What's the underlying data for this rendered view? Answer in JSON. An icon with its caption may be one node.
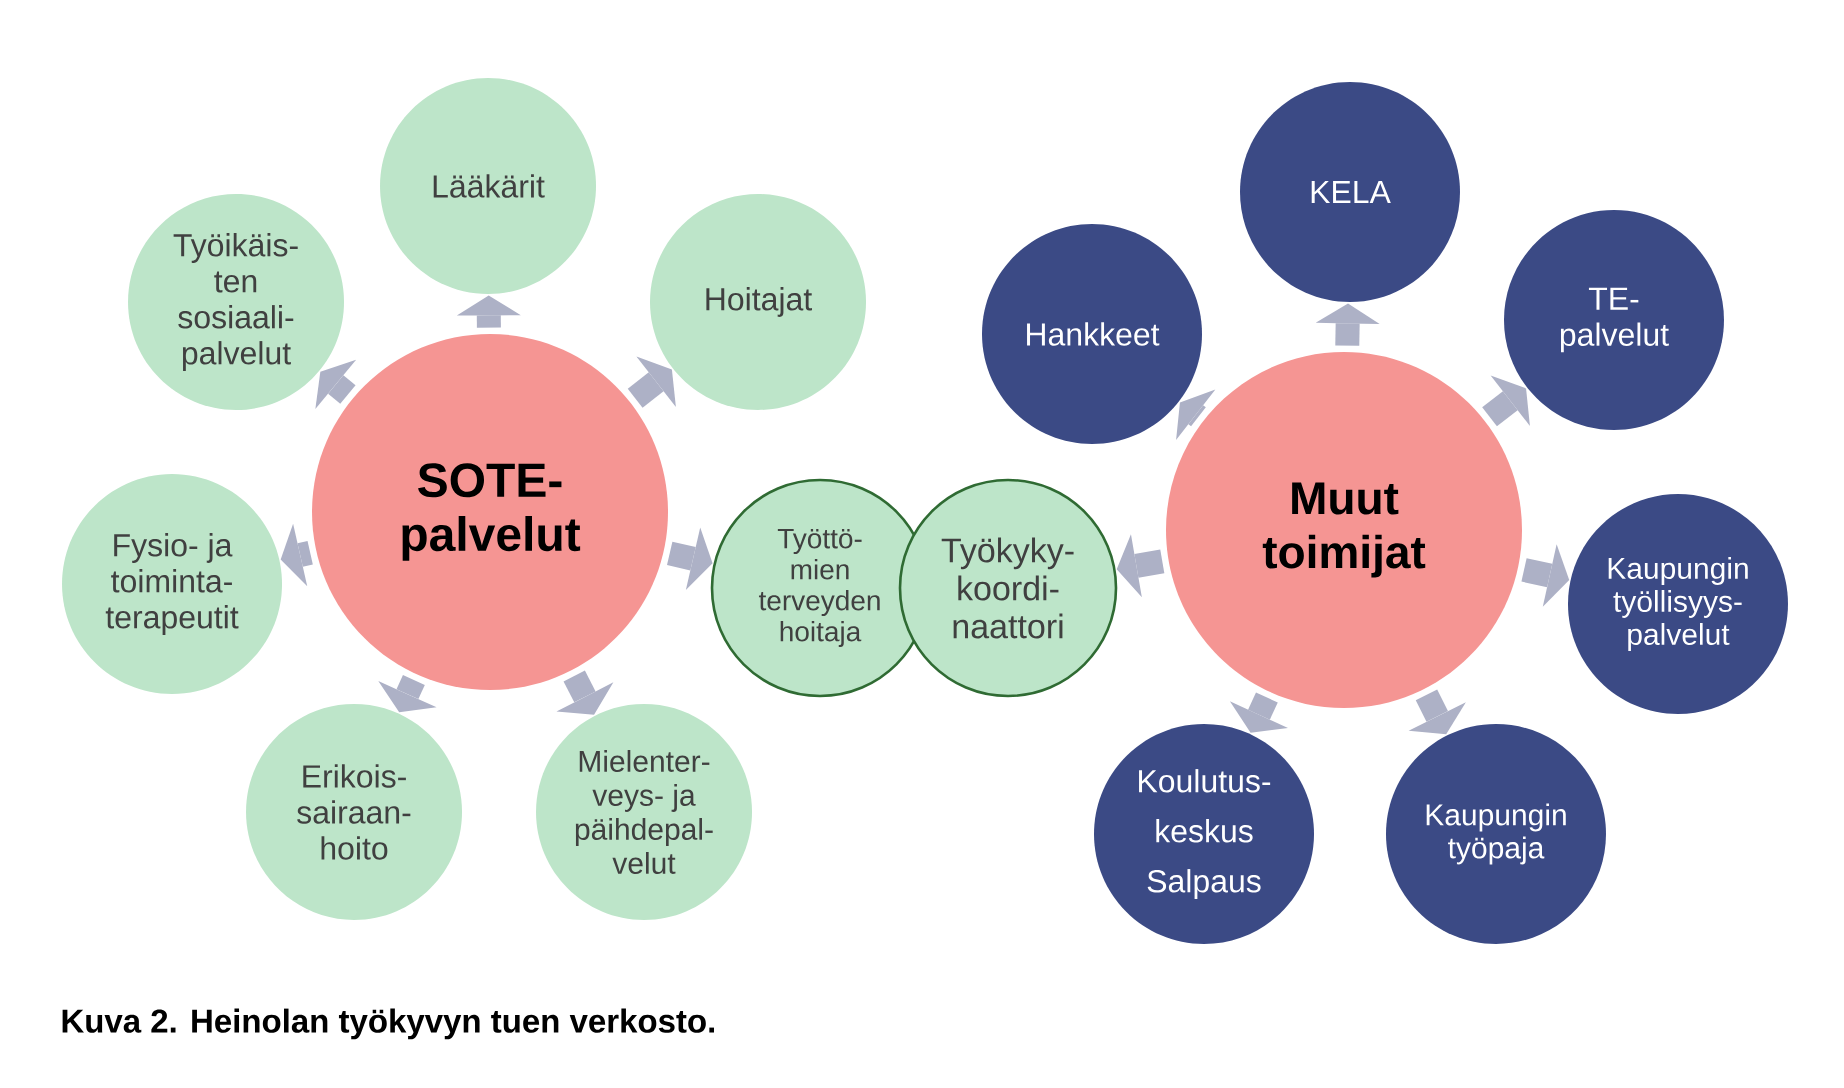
{
  "diagram": {
    "caption": "Kuva 2. Heinolan työkyvyn tuen verkosto.",
    "nodes": [
      {
        "text": [
          "SOTE- palvelut"
        ]
      },
      {
        "text": [
          "Lääkärit"
        ]
      },
      {
        "text": [
          "Hoitajat"
        ]
      },
      {
        "text": [
          "Työttö- mien terveyden hoitaja"
        ]
      },
      {
        "text": [
          "Mielenter- veys- ja päihdepal- velut"
        ]
      },
      {
        "text": [
          "Erikois- sairaan- hoito"
        ]
      },
      {
        "text": [
          "Fysio- ja toiminta- terapeutit"
        ]
      },
      {
        "text": [
          "Työikäis- ten sosiaali- palvelut"
        ]
      },
      {
        "text": [
          "Muut toimijat"
        ]
      },
      {
        "text": [
          "KELA"
        ]
      },
      {
        "text": [
          "TE- palvelut"
        ]
      },
      {
        "text": [
          "Kaupungin työllisyys- palvelut"
        ]
      },
      {
        "text": [
          "Kaupungin työpaja"
        ]
      },
      {
        "text": [
          "Koulutus- keskus Salpaus"
        ]
      },
      {
        "text": [
          "Työkyky- koordi- naattori"
        ]
      },
      {
        "text": [
          "Hankkeet"
        ]
      }
    ],
    "edges": [
      {
        "from": 0,
        "to": 1,
        "arrow": "to"
      },
      {
        "from": 0,
        "to": 2,
        "arrow": "to"
      },
      {
        "from": 0,
        "to": 3,
        "arrow": "to"
      },
      {
        "from": 0,
        "to": 4,
        "arrow": "to"
      },
      {
        "from": 0,
        "to": 5,
        "arrow": "to"
      },
      {
        "from": 0,
        "to": 6,
        "arrow": "to"
      },
      {
        "from": 0,
        "to": 7,
        "arrow": "to"
      },
      {
        "from": 8,
        "to": 9,
        "arrow": "to"
      },
      {
        "from": 8,
        "to": 10,
        "arrow": "to"
      },
      {
        "from": 8,
        "to": 11,
        "arrow": "to"
      },
      {
        "from": 8,
        "to": 12,
        "arrow": "to"
      },
      {
        "from": 8,
        "to": 13,
        "arrow": "to"
      },
      {
        "from": 8,
        "to": 14,
        "arrow": "to"
      },
      {
        "from": 8,
        "to": 15,
        "arrow": "to"
      }
    ]
  }
}
